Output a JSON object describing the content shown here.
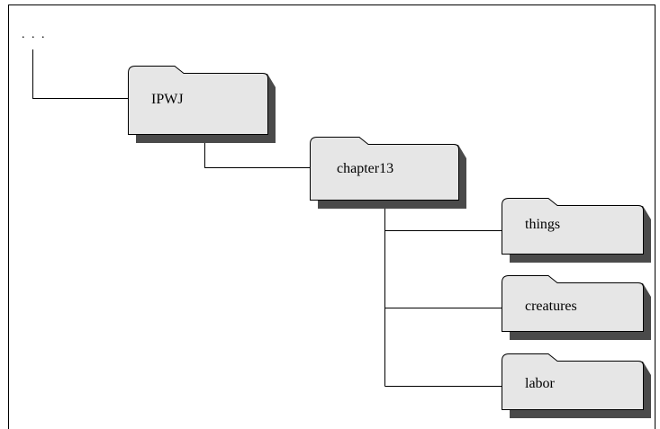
{
  "root_marker": ". . .",
  "folder_fill": "#e6e6e6",
  "shadow_color": "#4a4a4a",
  "tree": {
    "label": "IPWJ",
    "children": [
      {
        "label": "chapter13",
        "children": [
          {
            "label": "things"
          },
          {
            "label": "creatures"
          },
          {
            "label": "labor"
          }
        ]
      }
    ]
  }
}
